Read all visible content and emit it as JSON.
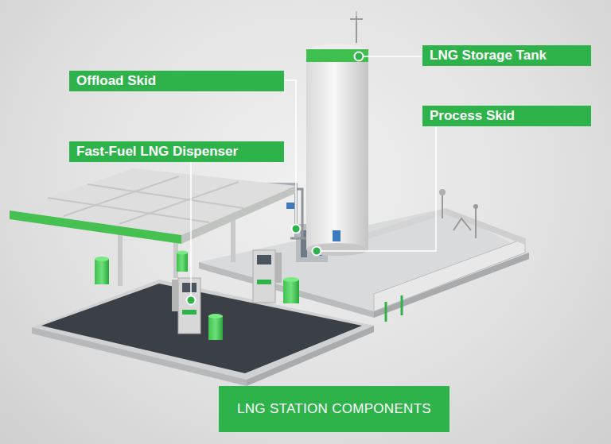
{
  "diagram": {
    "title": "LNG STATION COMPONENTS",
    "nodes": [
      {
        "text": [
          "LNG Storage Tank"
        ]
      },
      {
        "text": [
          "Offload Skid"
        ]
      },
      {
        "text": [
          "Process Skid"
        ]
      },
      {
        "text": [
          "Fast-Fuel LNG Dispenser"
        ]
      }
    ]
  }
}
